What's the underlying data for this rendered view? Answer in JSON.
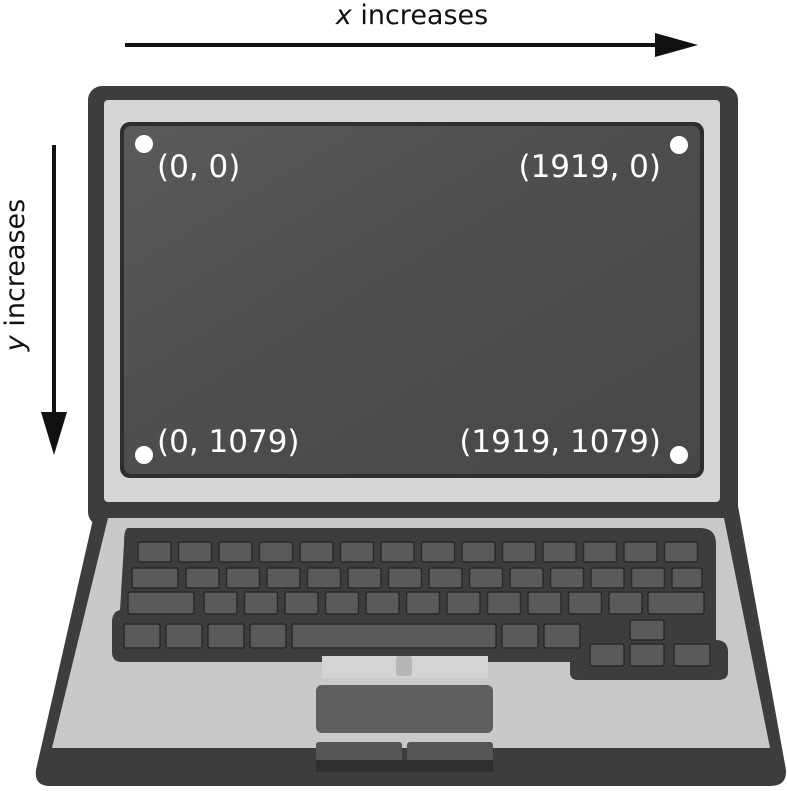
{
  "x_axis": {
    "var": "x",
    "text": " increases"
  },
  "y_axis": {
    "var": "y",
    "text": " increases"
  },
  "corners": {
    "top_left": "(0, 0)",
    "top_right": "(1919, 0)",
    "bottom_left": "(0, 1079)",
    "bottom_right": "(1919, 1079)"
  },
  "colors": {
    "body_dark": "#3d3d3d",
    "outline": "#2b2b2b",
    "bezel": "#d6d6d6",
    "screen": "#4f4f4f",
    "deck": "#c9c9c9",
    "key": "#5a5a5a",
    "touchpad": "#5e5e5e"
  }
}
